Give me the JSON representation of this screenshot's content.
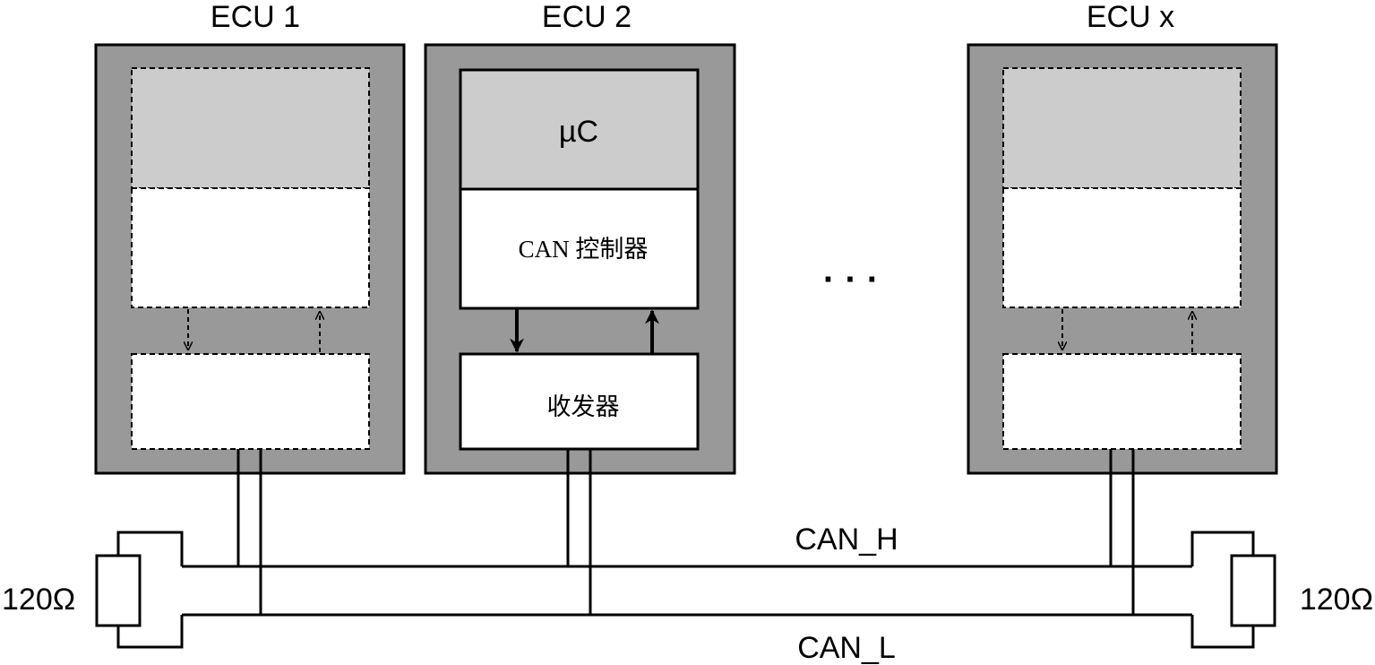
{
  "ecus": [
    {
      "title": "ECU 1",
      "mcu_label": "",
      "controller_label": "",
      "transceiver_label": ""
    },
    {
      "title": "ECU 2",
      "mcu_label": "µC",
      "controller_label": "CAN 控制器",
      "transceiver_label": "收发器"
    },
    {
      "title": "ECU x",
      "mcu_label": "",
      "controller_label": "",
      "transceiver_label": ""
    }
  ],
  "ellipsis": "· · ·",
  "bus": {
    "high_label": "CAN_H",
    "low_label": "CAN_L"
  },
  "terminators": [
    {
      "label": "120Ω"
    },
    {
      "label": "120Ω"
    }
  ],
  "colors": {
    "ecu_frame": "#999999",
    "mcu_block": "#cccccc",
    "block_fill": "#ffffff",
    "line": "#000000"
  }
}
